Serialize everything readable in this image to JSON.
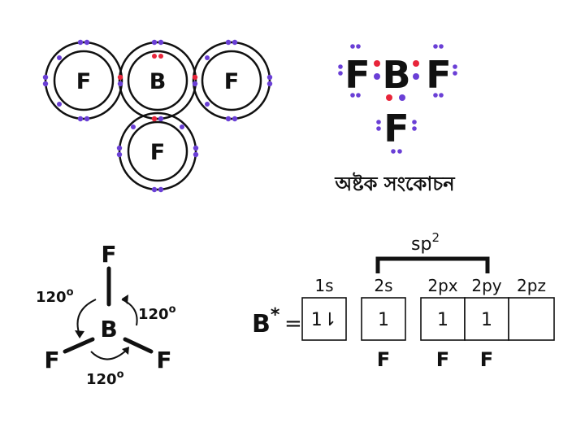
{
  "colors": {
    "ink": "#111111",
    "boron_electron": "#e8253a",
    "fluorine_electron": "#6a3fd6"
  },
  "bohr_diagram": {
    "top_left_atom": "F",
    "center_atom": "B",
    "top_right_atom": "F",
    "bottom_atom": "F"
  },
  "lewis_structure": {
    "left": "F",
    "center": "B",
    "right": "F",
    "bottom": "F",
    "caption": "অষ্টক সংকোচন"
  },
  "trigonal_planar": {
    "top": "F",
    "center": "B",
    "left": "F",
    "right": "F",
    "angle_left": "120",
    "angle_right": "120",
    "angle_bottom": "120",
    "degree_mark": "o"
  },
  "orbital_diagram": {
    "label_base": "B",
    "label_sup": "*",
    "equals": "=",
    "hybrid_base": "sp",
    "hybrid_sup": "2",
    "orbitals": [
      {
        "name": "1s",
        "content": "1⇂",
        "bonded": ""
      },
      {
        "name": "2s",
        "content": "1",
        "bonded": "F"
      },
      {
        "name": "2px",
        "content": "1",
        "bonded": "F"
      },
      {
        "name": "2py",
        "content": "1",
        "bonded": "F"
      },
      {
        "name": "2pz",
        "content": "",
        "bonded": ""
      }
    ]
  }
}
